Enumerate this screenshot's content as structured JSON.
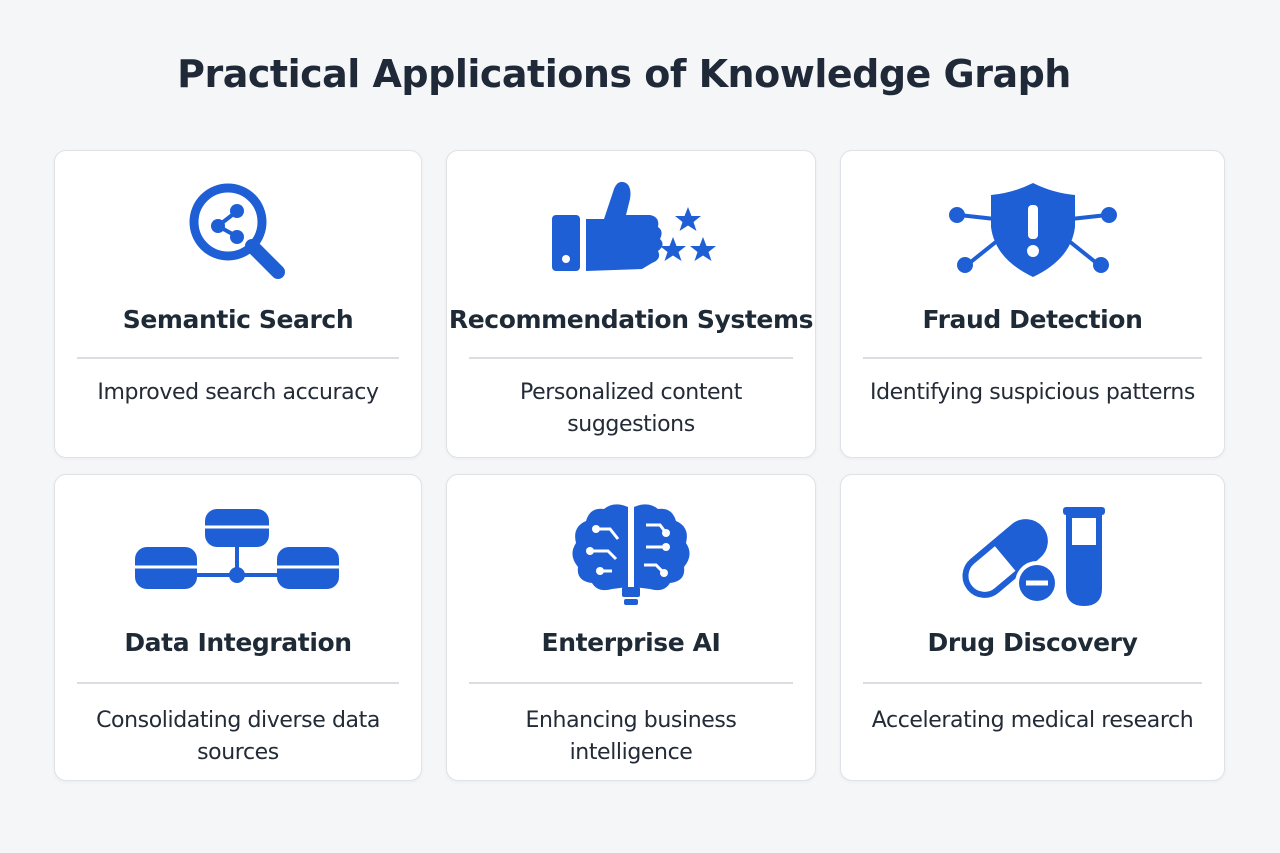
{
  "title": "Practical Applications of Knowledge Graph",
  "accent_color": "#1f5fd6",
  "cards": [
    {
      "icon": "magnifier-graph-icon",
      "heading": "Semantic Search",
      "description": "Improved search accuracy"
    },
    {
      "icon": "thumbs-up-stars-icon",
      "heading": "Recommendation Systems",
      "description": "Personalized content suggestions"
    },
    {
      "icon": "shield-network-icon",
      "heading": "Fraud Detection",
      "description": "Identifying suspicious patterns"
    },
    {
      "icon": "databases-linked-icon",
      "heading": "Data Integration",
      "description": "Consolidating diverse data sources"
    },
    {
      "icon": "brain-circuit-icon",
      "heading": "Enterprise AI",
      "description": "Enhancing business intelligence"
    },
    {
      "icon": "pill-test-tube-icon",
      "heading": "Drug Discovery",
      "description": "Accelerating medical research"
    }
  ]
}
